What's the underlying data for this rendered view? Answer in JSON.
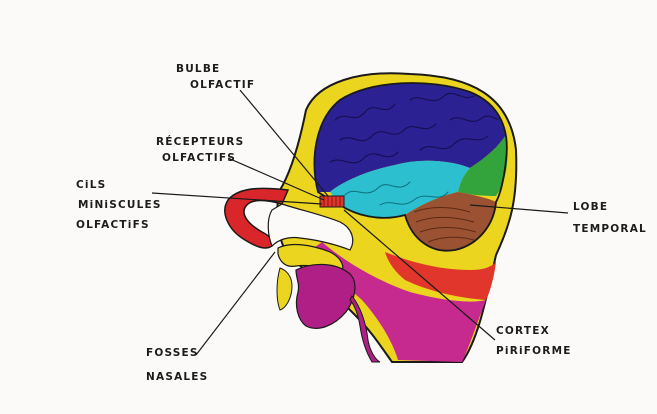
{
  "labels": {
    "bulbe": [
      "BULBE",
      "OLFACTIF"
    ],
    "recepteurs": [
      "RÉCEPTEURS",
      "OLFACTIFS"
    ],
    "cils": [
      "CiLS",
      "MiNiSCULES",
      "OLFACTiFS"
    ],
    "lobe": [
      "LOBE",
      "TEMPORAL"
    ],
    "cortex": [
      "CORTEX",
      "PiRiFORME"
    ],
    "fosses": [
      "FOSSES",
      "NASALES"
    ]
  },
  "colors": {
    "head": "#ecd51e",
    "frontal": "#2b2192",
    "occipital": "#33a33c",
    "temporal": "#2bbfd0",
    "cerebellum": "#9b5232",
    "brainstem": "#e0362c",
    "throat": "#b01f86",
    "nose": "#d8262a",
    "outline": "#1a1a1a"
  }
}
